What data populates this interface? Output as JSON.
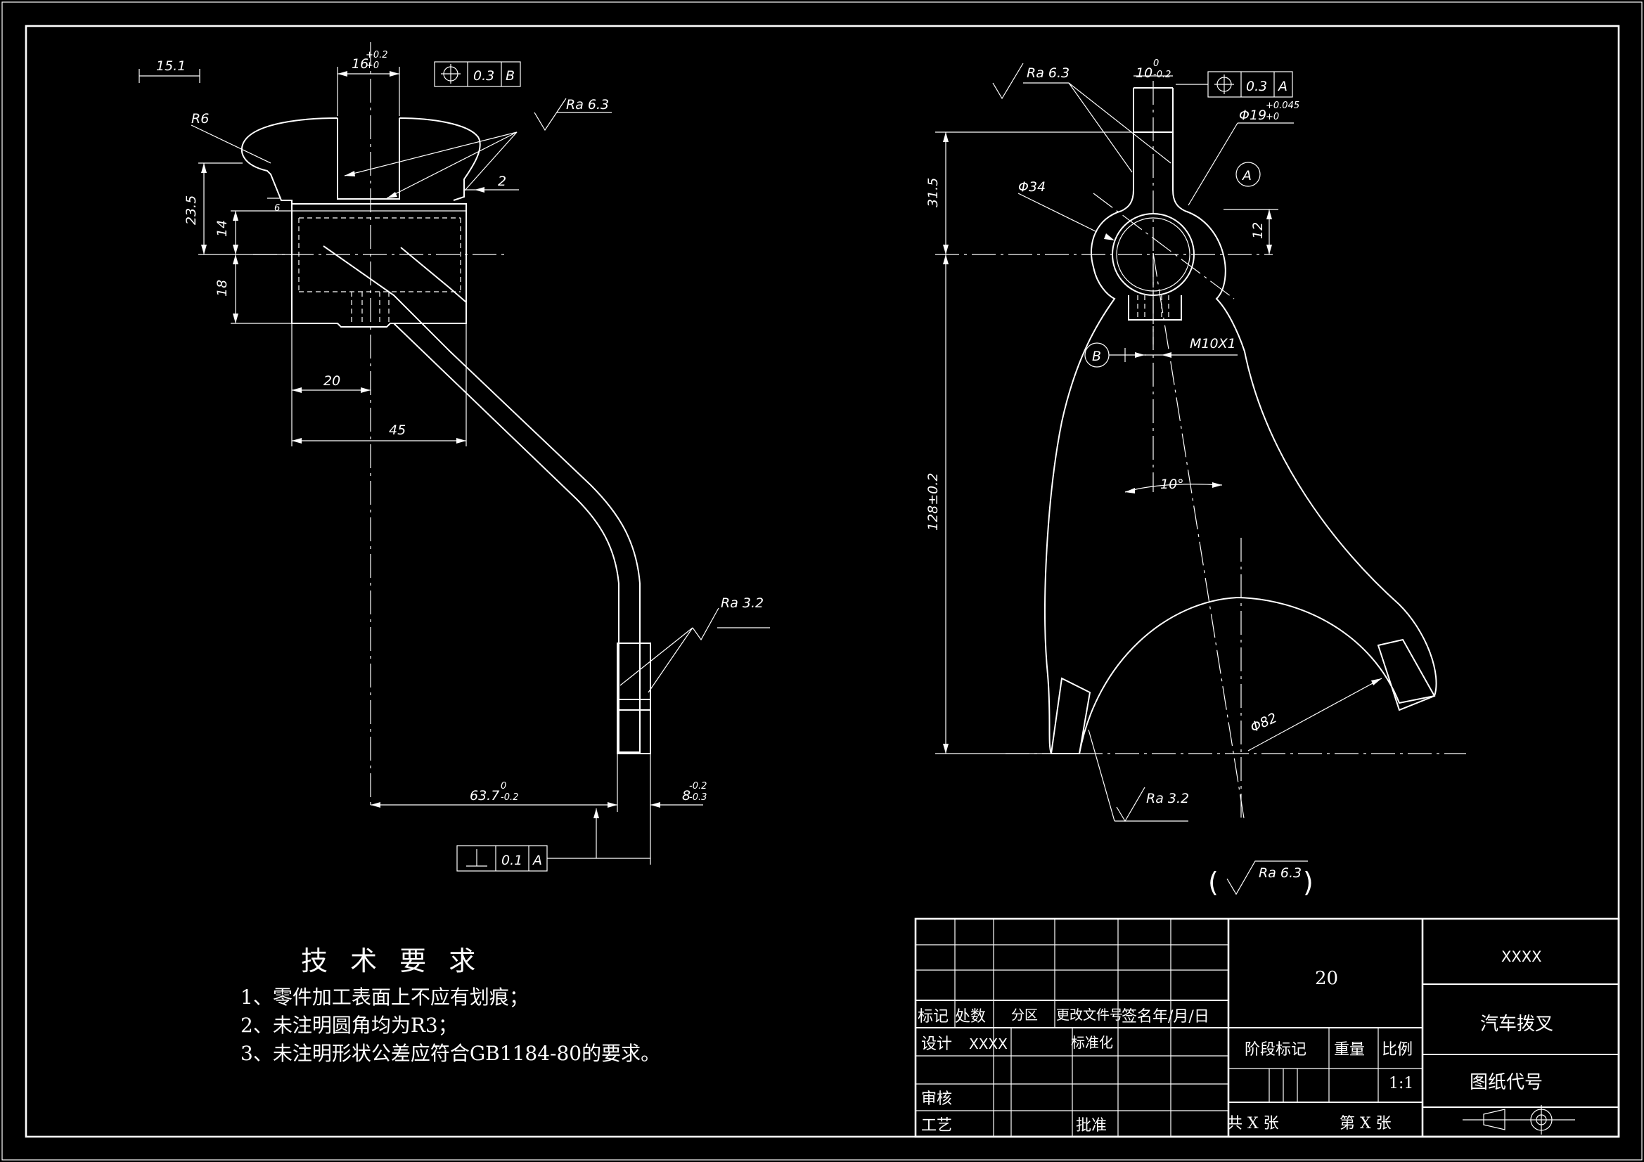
{
  "left_view": {
    "dims": {
      "d151": "15.1",
      "d16": "16",
      "d16_tol_u": "+0.2",
      "d16_tol_l": "+0",
      "tol_B": {
        "value": "0.3",
        "datum": "B"
      },
      "ra_top": "Ra 6.3",
      "r6": "R6",
      "d2": "2",
      "d235": "23.5",
      "d6": "6",
      "d14": "14",
      "d18": "18",
      "d20": "20",
      "d45": "45",
      "ra_foot": "Ra 3.2",
      "d637": "63.7",
      "d637_tol_u": "0",
      "d637_tol_l": "-0.2",
      "d8": "8",
      "d8_tol_u": "-0.2",
      "d8_tol_l": "-0.3",
      "tol_A_perp": {
        "value": "0.1",
        "datum": "A"
      }
    }
  },
  "right_view": {
    "dims": {
      "ra_top": "Ra 6.3",
      "d10": "10",
      "d10_tol_u": "0",
      "d10_tol_l": "-0.2",
      "tol_A": {
        "value": "0.3",
        "datum": "A"
      },
      "d19": "Φ19",
      "d19_tol_u": "+0.045",
      "d19_tol_l": "+0",
      "datum_A": "A",
      "d34": "Φ34",
      "d315": "31.5",
      "d12": "12",
      "datum_B": "B",
      "m10": "M10X1",
      "d128": "128±0.2",
      "angle": "10°",
      "d82": "Φ82",
      "ra_bottom": "Ra 3.2",
      "ra_general": "Ra 6.3"
    }
  },
  "notes": {
    "heading": "技 术 要 求",
    "items": [
      "1、零件加工表面上不应有划痕；",
      "2、未注明圆角均为R3；",
      "3、未注明形状公差应符合GB1184-80的要求。"
    ]
  },
  "title_block": {
    "material": "20",
    "company": "XXXX",
    "part_name": "汽车拨叉",
    "drawing_no_label": "图纸代号",
    "headers": {
      "mark": "标记",
      "count": "处数",
      "zone": "分区",
      "change_doc": "更改文件号",
      "sign_date": "签名年/月/日"
    },
    "design_label": "设计",
    "designer": "XXXX",
    "standard_label": "标准化",
    "review_label": "审核",
    "process_label": "工艺",
    "approve_label": "批准",
    "stage_label": "阶段标记",
    "weight_label": "重量",
    "scale_label": "比例",
    "scale": "1:1",
    "sheets_total": "共 X 张",
    "sheet_no": "第 X 张"
  }
}
